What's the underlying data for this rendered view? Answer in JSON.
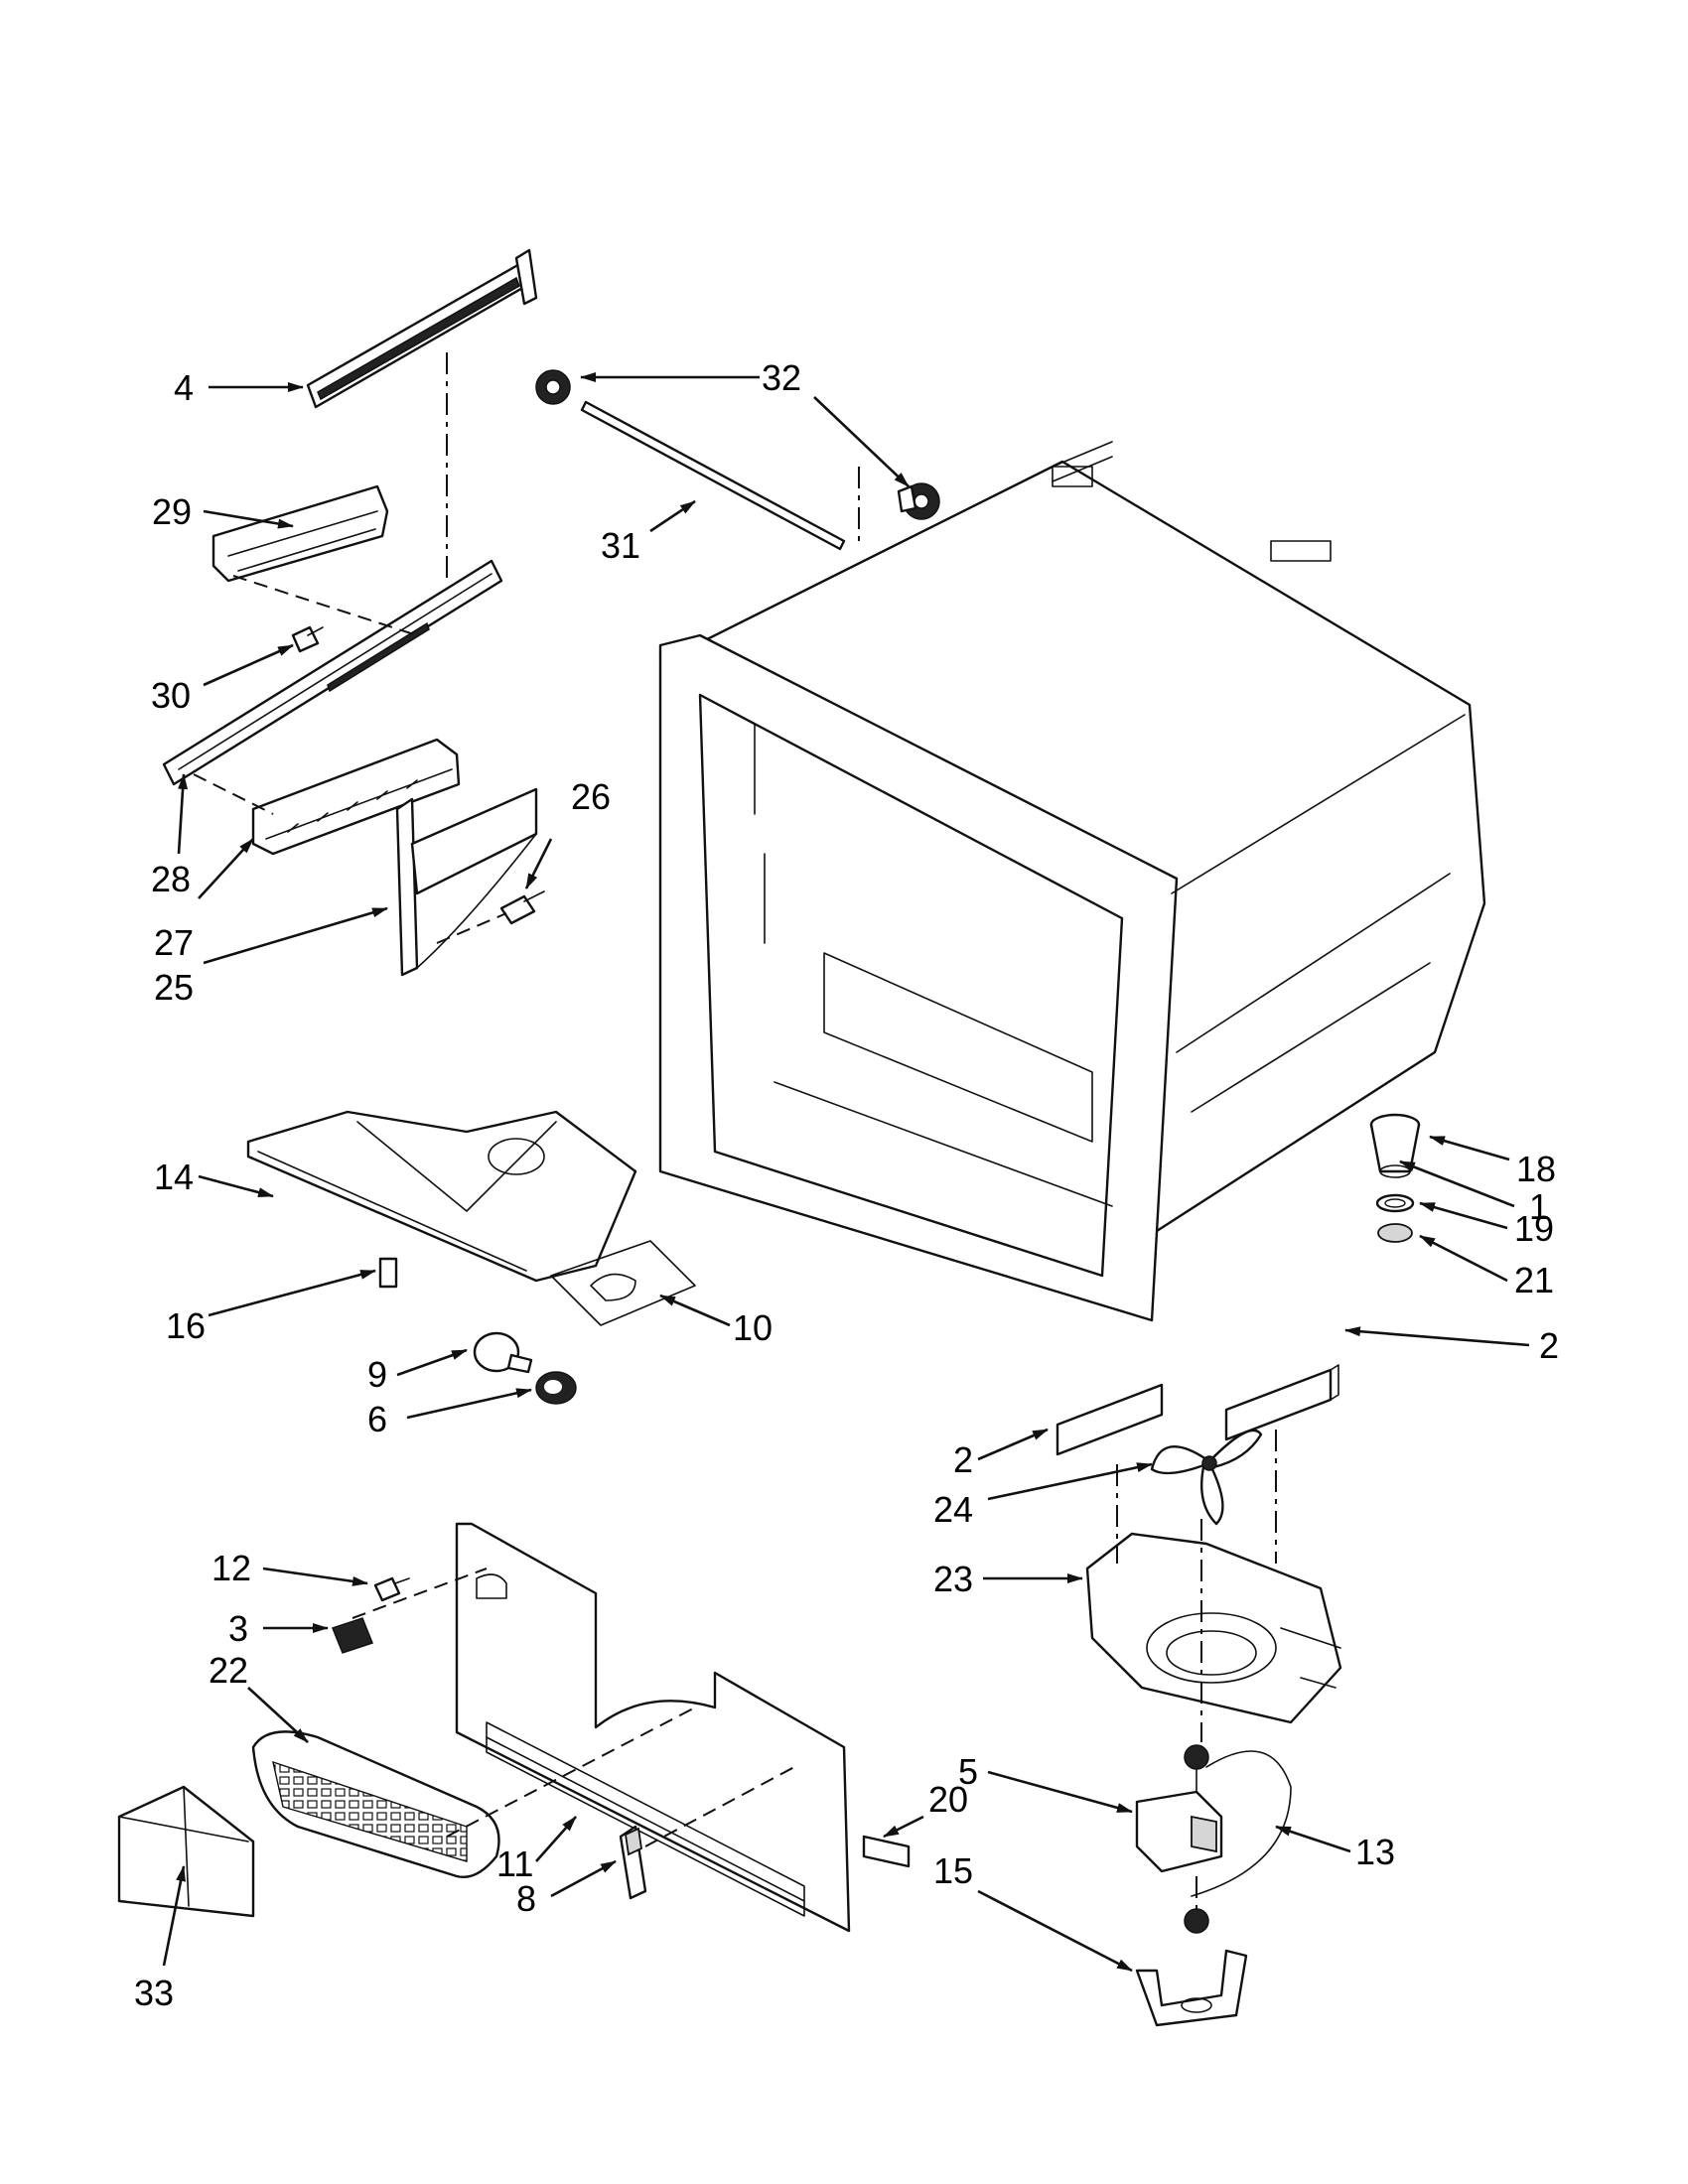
{
  "callouts": [
    {
      "label": "4"
    },
    {
      "label": "32"
    },
    {
      "label": "29"
    },
    {
      "label": "31"
    },
    {
      "label": "30"
    },
    {
      "label": "26"
    },
    {
      "label": "28"
    },
    {
      "label": "27"
    },
    {
      "label": "25"
    },
    {
      "label": "14"
    },
    {
      "label": "1"
    },
    {
      "label": "18"
    },
    {
      "label": "19"
    },
    {
      "label": "21"
    },
    {
      "label": "16"
    },
    {
      "label": "10"
    },
    {
      "label": "2"
    },
    {
      "label": "9"
    },
    {
      "label": "6"
    },
    {
      "label": "2"
    },
    {
      "label": "24"
    },
    {
      "label": "12"
    },
    {
      "label": "23"
    },
    {
      "label": "3"
    },
    {
      "label": "22"
    },
    {
      "label": "5"
    },
    {
      "label": "20"
    },
    {
      "label": "13"
    },
    {
      "label": "15"
    },
    {
      "label": "11"
    },
    {
      "label": "8"
    },
    {
      "label": "33"
    }
  ]
}
